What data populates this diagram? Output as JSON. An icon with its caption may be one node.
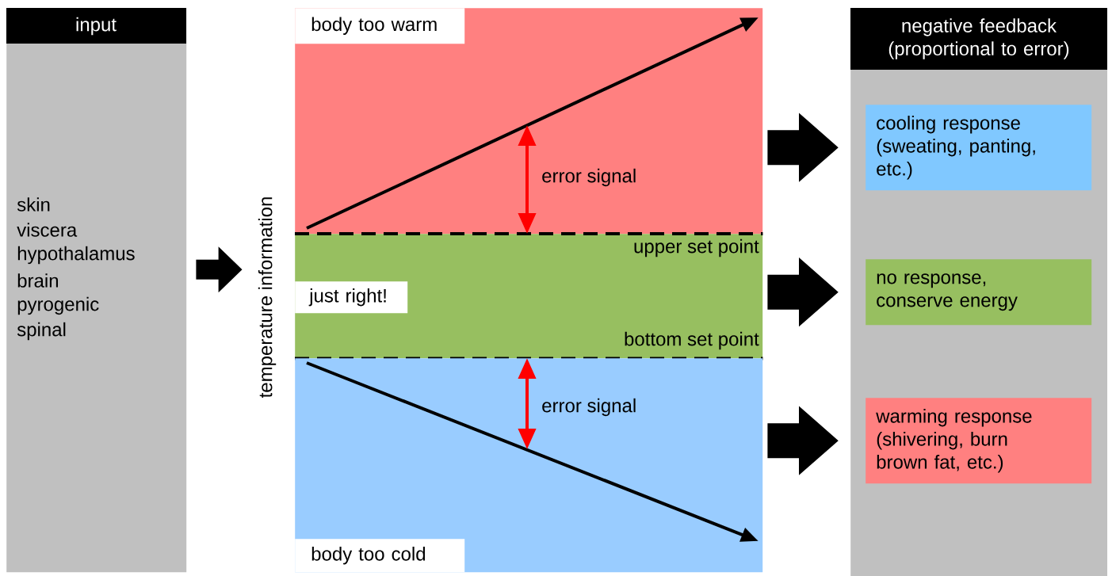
{
  "diagram": {
    "nodes": [
      {
        "text": [
          "input",
          "skin",
          "viscera",
          "hypothalamus",
          "brain",
          "pyrogenic",
          "spinal"
        ]
      },
      {
        "text": [
          "temperature information"
        ]
      },
      {
        "text": [
          "body too warm"
        ]
      },
      {
        "text": [
          "just right!",
          "upper set point",
          "bottom set point"
        ]
      },
      {
        "text": [
          "body too cold"
        ]
      },
      {
        "text": [
          "negative feedback (proportional to error)"
        ]
      },
      {
        "text": [
          "cooling response (sweating, panting, etc.)"
        ],
        "in": 5
      },
      {
        "text": [
          "no response, conserve energy"
        ],
        "in": 5
      },
      {
        "text": [
          "warming response (shivering, burn brown fat, etc.)"
        ],
        "in": 5
      }
    ],
    "edges": [
      {
        "from": 0,
        "to": 1,
        "arrow": "to"
      },
      {
        "from": 2,
        "to": 6,
        "arrow": "to"
      },
      {
        "from": 3,
        "to": 7,
        "arrow": "to"
      },
      {
        "from": 4,
        "to": 8,
        "arrow": "to"
      }
    ],
    "labels": [
      "error signal",
      "error signal"
    ]
  }
}
